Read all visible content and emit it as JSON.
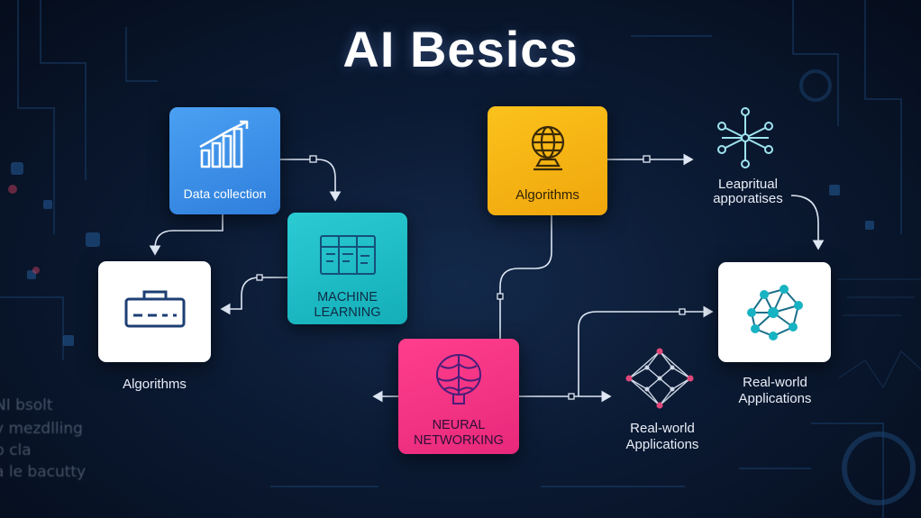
{
  "title": "AI Besics",
  "nodes": {
    "data_collection": {
      "label": "Data collection",
      "icon": "bar-chart-icon",
      "color": "#3f93ec"
    },
    "algorithms_top": {
      "label": "Algorithms",
      "icon": "globe-trophy-icon",
      "color": "#f8b715"
    },
    "machine_learning": {
      "line1": "MACHINE",
      "line2": "LEARNING",
      "icon": "board-icon",
      "color": "#1fbec7"
    },
    "algorithms_left": {
      "label": "Algorithms",
      "icon": "chip-icon",
      "color": "#ffffff"
    },
    "neural_networking": {
      "line1": "NEURAL",
      "line2": "NETWORKING",
      "icon": "brain-icon",
      "color": "#f33585"
    },
    "real_world_right": {
      "line1": "Real-world",
      "line2": "Applications",
      "icon": "network-icon",
      "color": "#ffffff"
    },
    "leapritual": {
      "line1": "Leapritual",
      "line2": "apporatises",
      "icon": "star-network-icon"
    },
    "real_world_bottom": {
      "line1": "Real-world",
      "line2": "Applications",
      "icon": "mesh-icon"
    }
  },
  "background_text": [
    "NI bsolt",
    "v mezdlling",
    "b cla",
    "a le bacutty"
  ]
}
